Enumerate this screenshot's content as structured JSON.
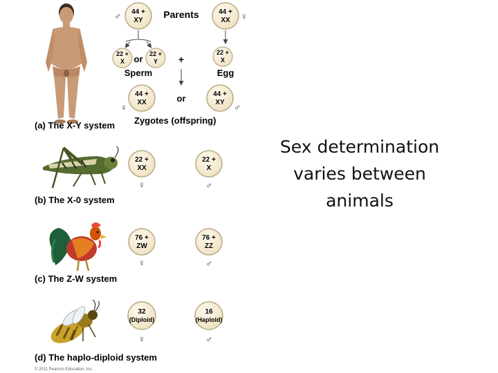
{
  "slide": {
    "lines": [
      "Sex determination",
      "varies between",
      "animals"
    ]
  },
  "figure": {
    "female_symbol": "♀",
    "male_symbol": "♂",
    "xy": {
      "parents_label": "Parents",
      "father": [
        "44 +",
        "XY"
      ],
      "mother": [
        "44 +",
        "XX"
      ],
      "sperm_x": [
        "22 +",
        "X"
      ],
      "sperm_y": [
        "22 +",
        "Y"
      ],
      "egg": [
        "22 +",
        "X"
      ],
      "or_label": "or",
      "plus_label": "+",
      "sperm_label": "Sperm",
      "egg_label": "Egg",
      "zygote_female": [
        "44 +",
        "XX"
      ],
      "zygote_male": [
        "44 +",
        "XY"
      ],
      "zygotes_label": "Zygotes (offspring)",
      "caption": "(a) The X-Y system"
    },
    "x0": {
      "female": [
        "22 +",
        "XX"
      ],
      "male": [
        "22 +",
        "X"
      ],
      "caption": "(b) The X-0 system"
    },
    "zw": {
      "female": [
        "76 +",
        "ZW"
      ],
      "male": [
        "76 +",
        "ZZ"
      ],
      "caption": "(c) The Z-W system"
    },
    "haplo": {
      "female": [
        "32",
        "(Diploid)"
      ],
      "male": [
        "16",
        "(Haploid)"
      ],
      "caption": "(d) The haplo-diploid system"
    },
    "copyright": "© 2011 Pearson Education, Inc.",
    "colors": {
      "circle_fill": "#f6ecd4",
      "circle_stroke": "#b9aa88",
      "arrow": "#444444",
      "skin": "#c99a76",
      "grasshopper": "#556b2f",
      "rooster_red": "#c0392b",
      "rooster_tail": "#1f5e3a",
      "bee": "#c9a227"
    }
  }
}
